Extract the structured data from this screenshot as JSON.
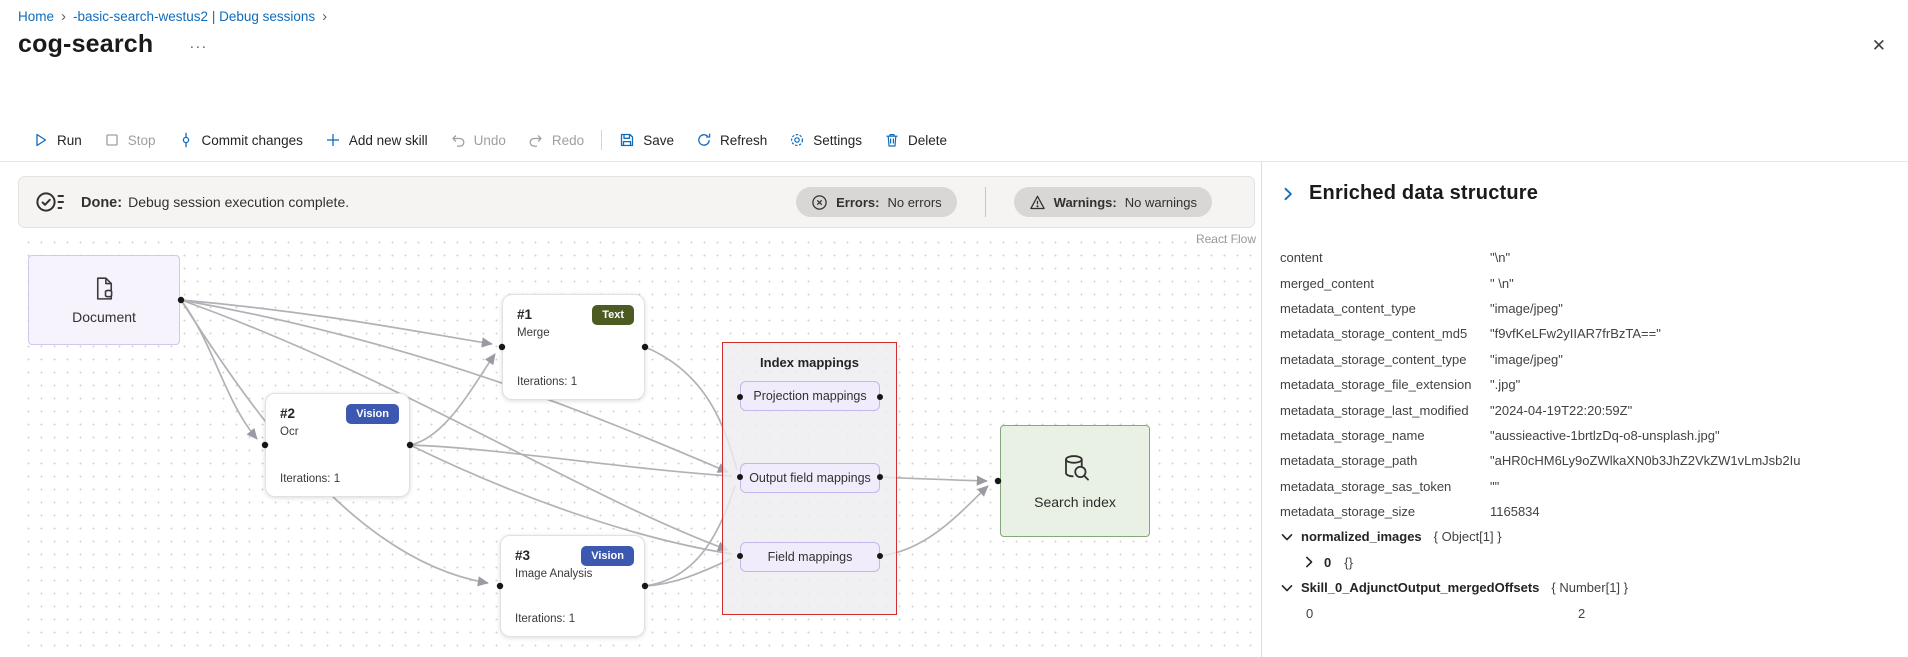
{
  "colors": {
    "link": "#0f6cbd",
    "accent": "#0f6cbd",
    "toolbar_disabled": "#a19f9d",
    "badge_text_bg": "#4c5b22",
    "badge_vision_bg": "#3d58b0",
    "group_border": "#cf2f2f",
    "edge": "#b1b1b7",
    "node_purple_bg": "#f6f3fd",
    "node_purple_border": "#d0c6ee",
    "node_green_bg": "#e9f1e5",
    "node_green_border": "#84a87a",
    "pill_bg": "#d9d7d5",
    "banner_bg": "#f5f4f3"
  },
  "breadcrumb": {
    "home": "Home",
    "sep": "›",
    "path": "-basic-search-westus2 | Debug sessions"
  },
  "page": {
    "title": "cog-search",
    "more_glyph": "···",
    "close_glyph": "✕"
  },
  "toolbar": {
    "items": [
      {
        "label": "Run",
        "enabled": true
      },
      {
        "label": "Stop",
        "enabled": false
      },
      {
        "label": "Commit changes",
        "enabled": true
      },
      {
        "label": "Add new skill",
        "enabled": true
      },
      {
        "label": "Undo",
        "enabled": false
      },
      {
        "label": "Redo",
        "enabled": false
      },
      {
        "label": "Save",
        "enabled": true
      },
      {
        "label": "Refresh",
        "enabled": true
      },
      {
        "label": "Settings",
        "enabled": true
      },
      {
        "label": "Delete",
        "enabled": true
      }
    ]
  },
  "banner": {
    "title": "Done:",
    "message": "Debug session execution complete.",
    "errors_label": "Errors:",
    "errors_value": "No errors",
    "warnings_label": "Warnings:",
    "warnings_value": "No warnings"
  },
  "canvas": {
    "attribution": "React Flow",
    "document": {
      "label": "Document"
    },
    "skills": [
      {
        "id": "#1",
        "name": "Merge",
        "badge": "Text",
        "iterations": "Iterations: 1"
      },
      {
        "id": "#2",
        "name": "Ocr",
        "badge": "Vision",
        "iterations": "Iterations: 1"
      },
      {
        "id": "#3",
        "name": "Image Analysis",
        "badge": "Vision",
        "iterations": "Iterations: 1"
      }
    ],
    "index_group": {
      "title": "Index mappings",
      "boxes": [
        "Projection mappings",
        "Output field mappings",
        "Field mappings"
      ]
    },
    "search_index": {
      "label": "Search index"
    }
  },
  "panel": {
    "title": "Enriched data structure",
    "rows": [
      {
        "key": "content",
        "value": "\"\\n\""
      },
      {
        "key": "merged_content",
        "value": "\" \\n\""
      },
      {
        "key": "metadata_content_type",
        "value": "\"image/jpeg\""
      },
      {
        "key": "metadata_storage_content_md5",
        "value": "\"f9vfKeLFw2yIIAR7frBzTA==\""
      },
      {
        "key": "metadata_storage_content_type",
        "value": "\"image/jpeg\""
      },
      {
        "key": "metadata_storage_file_extension",
        "value": "\".jpg\""
      },
      {
        "key": "metadata_storage_last_modified",
        "value": "\"2024-04-19T22:20:59Z\""
      },
      {
        "key": "metadata_storage_name",
        "value": "\"aussieactive-1brtlzDq-o8-unsplash.jpg\""
      },
      {
        "key": "metadata_storage_path",
        "value": "\"aHR0cHM6Ly9oZWlkaXN0b3JhZ2VkZW1vLmJsb2Iu"
      },
      {
        "key": "metadata_storage_sas_token",
        "value": "\"\""
      },
      {
        "key": "metadata_storage_size",
        "value": "1165834"
      },
      {
        "key": "normalized_images",
        "value": "{ Object[1] }"
      },
      {
        "key": "0",
        "value": "{}"
      },
      {
        "key": "Skill_0_AdjunctOutput_mergedOffsets",
        "value": "{ Number[1] }"
      },
      {
        "key": "0",
        "value": "2"
      }
    ]
  }
}
